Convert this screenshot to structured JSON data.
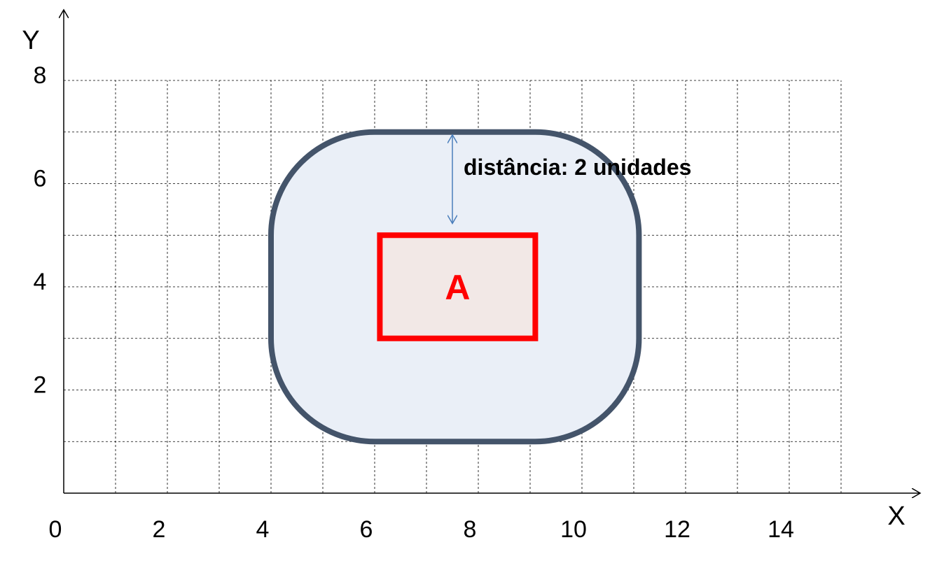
{
  "axes": {
    "x_title": "X",
    "y_title": "Y",
    "x_range": [
      0,
      15
    ],
    "y_range": [
      0,
      8
    ],
    "x_tick_labels": [
      "0",
      "2",
      "4",
      "6",
      "8",
      "10",
      "12",
      "14"
    ],
    "y_tick_labels": [
      "2",
      "4",
      "6",
      "8"
    ],
    "grid": "dashed"
  },
  "shapes": {
    "rectangle": {
      "label": "A",
      "x_range": [
        6.1,
        9.1
      ],
      "y_range": [
        3.0,
        5.0
      ],
      "stroke_color": "#ff0000",
      "fill_color": "#f2e8e6"
    },
    "buffer": {
      "x_range": [
        4.0,
        11.1
      ],
      "y_range": [
        1.0,
        7.0
      ],
      "corner_radius": 2,
      "stroke_color": "#44546a",
      "fill_color": "#eaeff7"
    }
  },
  "distance": {
    "text": "distância: 2 unidades",
    "from_y": 7.0,
    "to_y": 5.2,
    "at_x": 7.5,
    "arrow_color": "#4a7ebb"
  }
}
